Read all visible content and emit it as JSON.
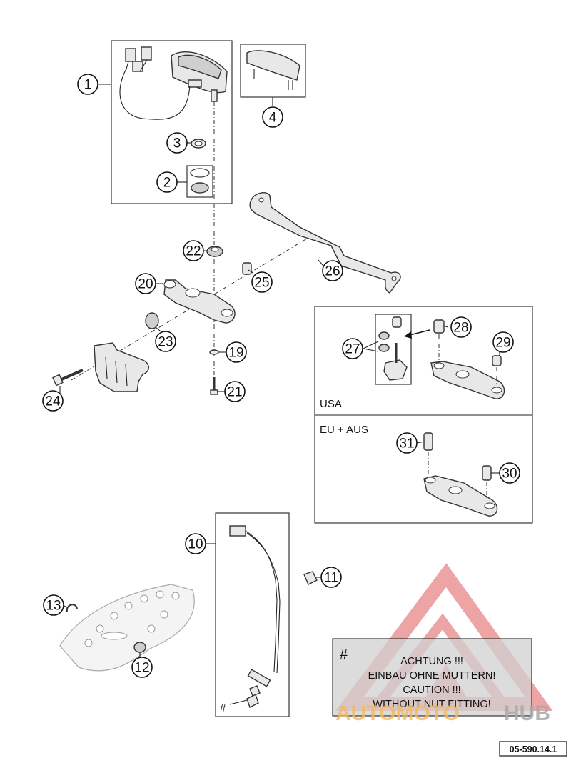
{
  "diagram": {
    "callouts": {
      "c1": "1",
      "c2": "2",
      "c3": "3",
      "c4": "4",
      "c10": "10",
      "c11": "11",
      "c12": "12",
      "c13": "13",
      "c19": "19",
      "c20": "20",
      "c21": "21",
      "c22": "22",
      "c23": "23",
      "c24": "24",
      "c25": "25",
      "c26": "26",
      "c27": "27",
      "c28": "28",
      "c29": "29",
      "c30": "30",
      "c31": "31"
    },
    "variants": {
      "usa_label": "USA",
      "eu_label": "EU + AUS"
    },
    "note": {
      "hash": "#",
      "line1": "ACHTUNG !!!",
      "line2": "EINBAU OHNE MUTTERN!",
      "line3": "CAUTION !!!",
      "line4": "WITHOUT NUT FITTING!"
    },
    "hash_marker": "#",
    "watermark": {
      "part1": "AUTOMOTO",
      "part2": "HUB",
      "color_main": "#f5b860",
      "color_hub": "#a9a9a9",
      "color_logo": "#e05a5a"
    },
    "drawing_number": "05-590.14.1"
  }
}
